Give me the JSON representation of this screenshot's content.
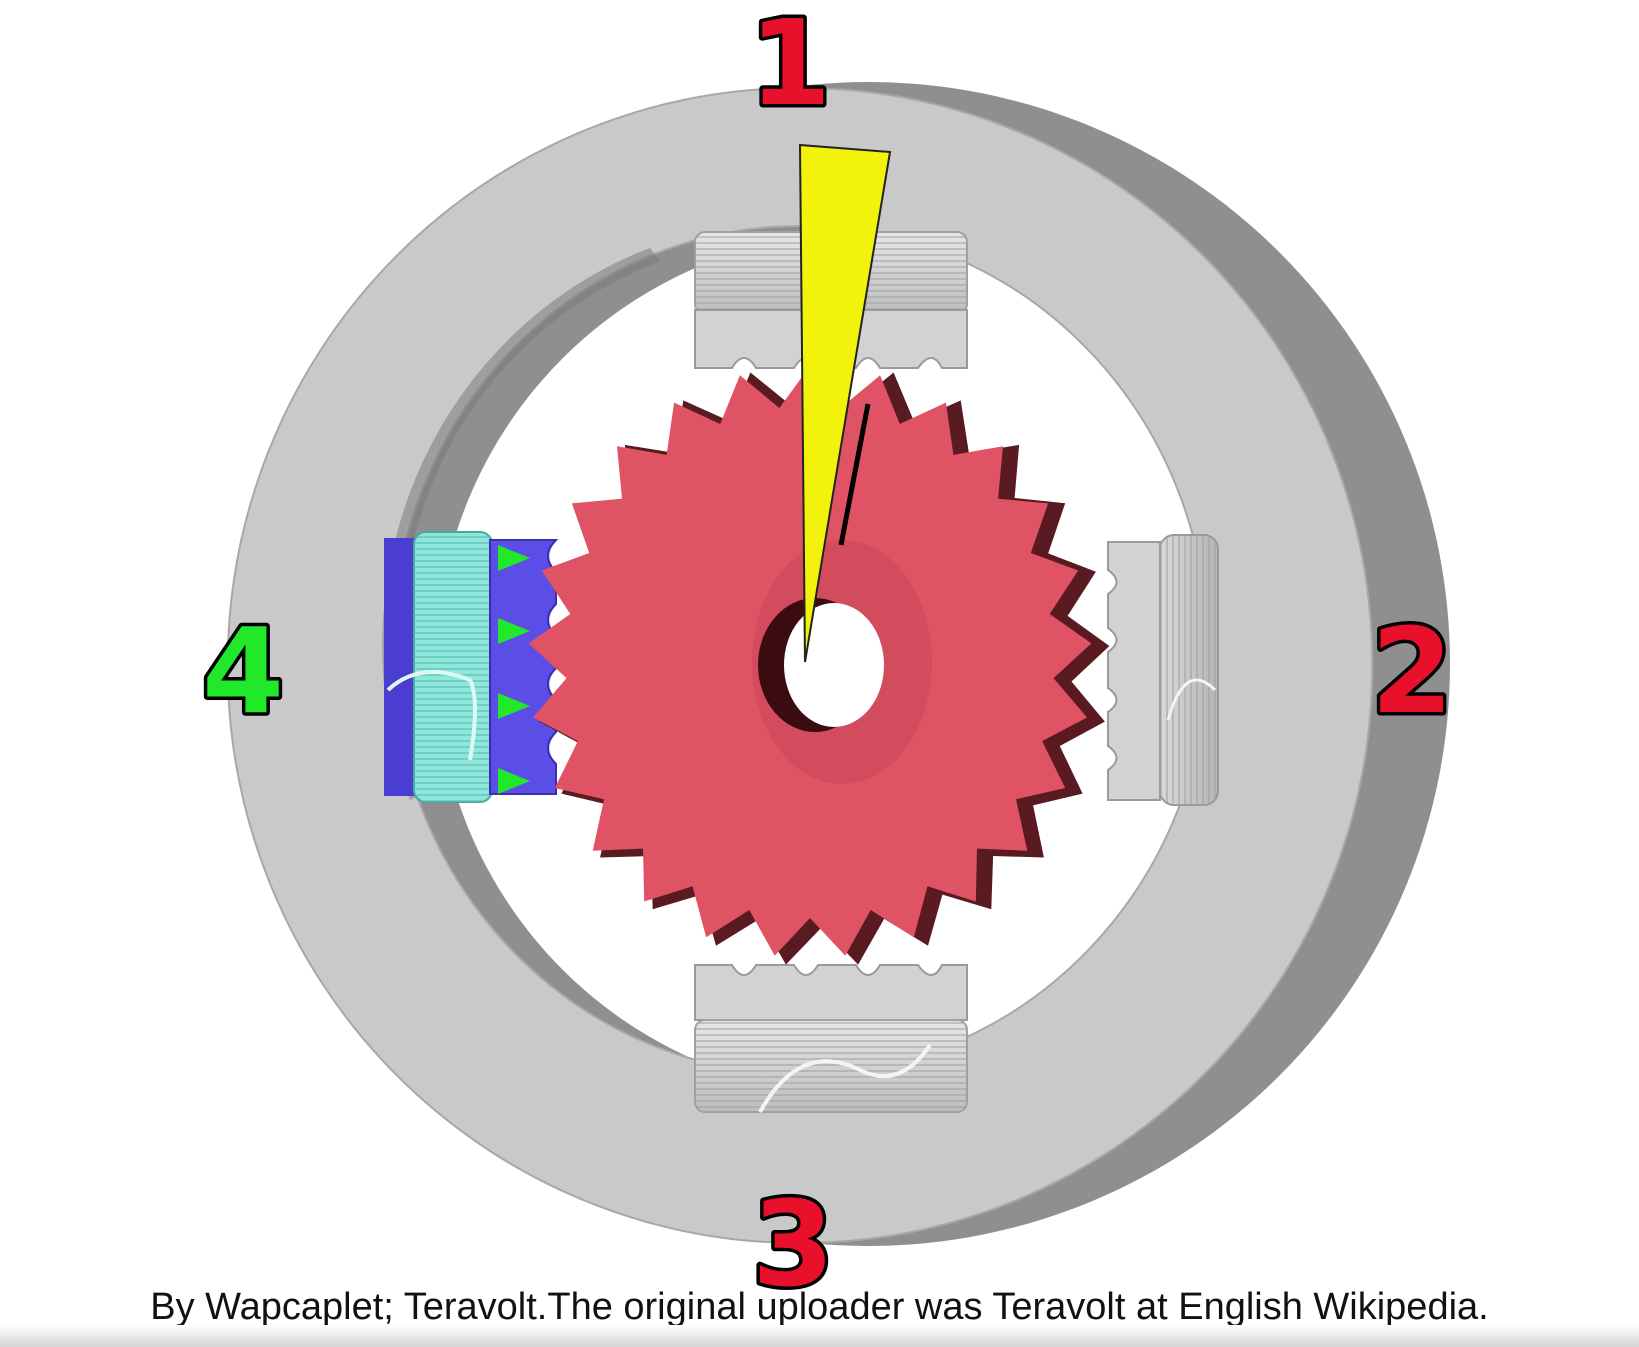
{
  "diagram": {
    "phases": [
      {
        "id": "1",
        "label": "1",
        "color": "#e8102a",
        "energized": false
      },
      {
        "id": "2",
        "label": "2",
        "color": "#e8102a",
        "energized": false
      },
      {
        "id": "3",
        "label": "3",
        "color": "#e8102a",
        "energized": false
      },
      {
        "id": "4",
        "label": "4",
        "color": "#22e82a",
        "energized": true
      }
    ],
    "colors": {
      "stator_ring": "#c9c9c9",
      "stator_ring_side": "#8f8f8f",
      "pole_inactive": "#cfcfcf",
      "pole_active": "#5b4ee6",
      "coil_active": "#8fe6da",
      "rotor": "#e05365",
      "rotor_edge": "#5a1a22",
      "pointer": "#f2f20a",
      "flux_arrow": "#22e82a"
    },
    "rotor_teeth": 25
  },
  "caption": "By Wapcaplet; Teravolt.The original uploader was Teravolt at English Wikipedia."
}
